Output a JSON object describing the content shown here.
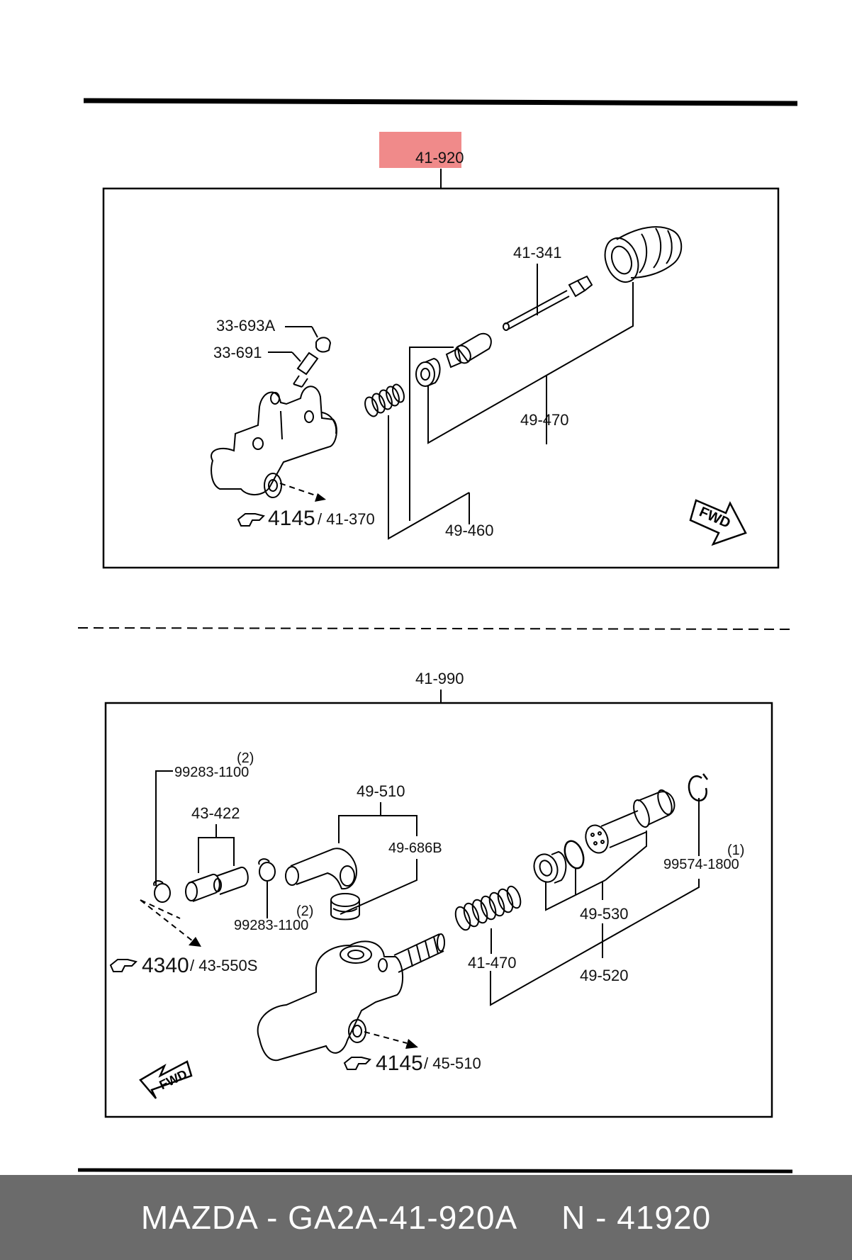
{
  "diagram": {
    "top": {
      "assembly_label": "41-920",
      "highlight_color": "#f08a8a",
      "labels": {
        "p41_341": "41-341",
        "p33_693a": "33-693A",
        "p33_691": "33-691",
        "p49_470": "49-470",
        "p49_460": "49-460",
        "ref_big": "4145",
        "ref_small": "/ 41-370",
        "fwd": "FWD"
      }
    },
    "bottom": {
      "assembly_label": "41-990",
      "labels": {
        "p99283_top": "99283-1100",
        "qty_top": "(2)",
        "p43_422": "43-422",
        "p49_510": "49-510",
        "p49_686b": "49-686B",
        "p99574": "99574-1800",
        "qty_99574": "(1)",
        "p99283_mid": "99283-1100",
        "qty_mid": "(2)",
        "p49_530": "49-530",
        "p41_470": "41-470",
        "p49_520": "49-520",
        "ref1_big": "4340",
        "ref1_small": "/ 43-550S",
        "ref2_big": "4145",
        "ref2_small": "/ 45-510",
        "fwd": "FWD"
      }
    }
  },
  "footer": {
    "part_text": "MAZDA - GA2A-41-920A",
    "ref_text": "N - 41920"
  }
}
